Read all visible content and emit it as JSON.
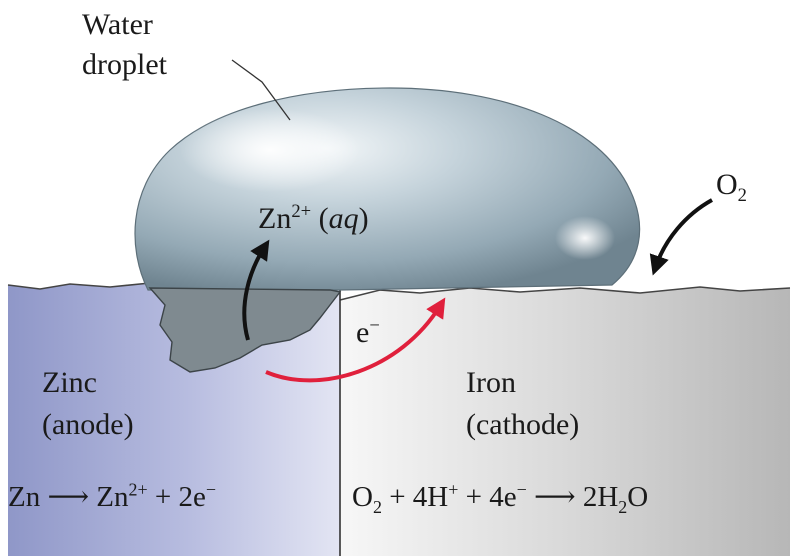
{
  "labels": {
    "water_line1": "Water",
    "water_line2": "droplet",
    "o2_prefix": "O",
    "o2_sub": "2",
    "zn_ion_base": "Zn",
    "zn_ion_charge": "2+",
    "zn_ion_state": "aq",
    "electron_base": "e",
    "electron_charge": "−",
    "zinc_name": "Zinc",
    "zinc_role": "(anode)",
    "iron_name": "Iron",
    "iron_role": "(cathode)"
  },
  "equations": {
    "anode": {
      "reactant": "Zn",
      "arrow": "⟶",
      "product_base": "Zn",
      "product_charge": "2+",
      "electrons": "+ 2e",
      "electron_charge": "−"
    },
    "cathode": {
      "o2_base": "O",
      "o2_sub": "2",
      "proton_term": "+ 4H",
      "proton_charge": "+",
      "electron_term": "+ 4e",
      "electron_charge": "−",
      "arrow": "⟶",
      "water_coeff": "2H",
      "water_sub": "2",
      "water_tail": "O"
    }
  },
  "colors": {
    "zinc_light": "#d9dcef",
    "zinc_dark": "#8f97c8",
    "iron_light": "#f4f4f4",
    "iron_dark": "#b9b9b9",
    "droplet_highlight": "#eef3f6",
    "droplet_body": "#a9bcc7",
    "droplet_shadow": "#6c808c",
    "pit": "#7f8a90",
    "electron_arrow": "#e0203c",
    "black_arrow": "#111111"
  }
}
